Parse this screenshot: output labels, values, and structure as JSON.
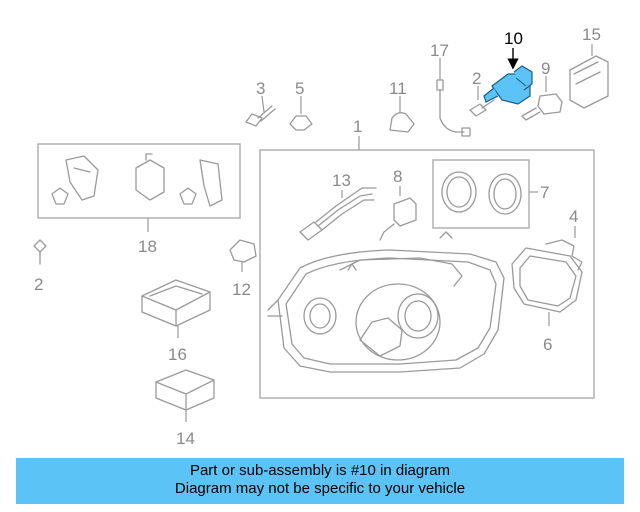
{
  "callouts": {
    "c1": "1",
    "c2a": "2",
    "c2b": "2",
    "c3": "3",
    "c4": "4",
    "c5": "5",
    "c6": "6",
    "c7": "7",
    "c8": "8",
    "c9": "9",
    "c10": "10",
    "c11": "11",
    "c12": "12",
    "c13": "13",
    "c14": "14",
    "c15": "15",
    "c16": "16",
    "c17": "17",
    "c18": "18"
  },
  "highlight_color": "#5bc3f5",
  "banner": {
    "line1": "Part or sub-assembly is #10 in diagram",
    "line2": "Diagram may not be specific to your vehicle"
  }
}
